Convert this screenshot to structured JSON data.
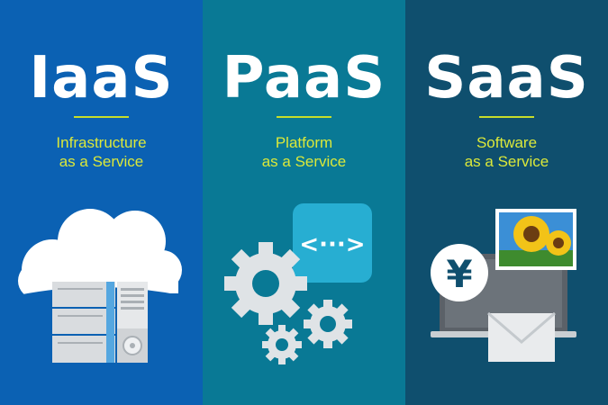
{
  "columns": [
    {
      "id": "iaas",
      "title": "IaaS",
      "subtitle_line1": "Infrastructure",
      "subtitle_line2": "as a Service"
    },
    {
      "id": "paas",
      "title": "PaaS",
      "subtitle_line1": "Platform",
      "subtitle_line2": "as a Service"
    },
    {
      "id": "saas",
      "title": "SaaS",
      "subtitle_line1": "Software",
      "subtitle_line2": "as a Service"
    }
  ],
  "icons": {
    "iaas": [
      "cloud-icon",
      "server-rack-icon"
    ],
    "paas": [
      "code-brackets-icon",
      "gears-icon"
    ],
    "saas": [
      "yen-coin-icon",
      "laptop-icon",
      "sunflower-photo-icon",
      "envelope-icon"
    ]
  },
  "symbols": {
    "code": "<···>",
    "currency": "¥"
  },
  "colors": {
    "iaas_bg": "#0b61b3",
    "paas_bg": "#097995",
    "saas_bg": "#0f4f6e",
    "accent": "#c7dd2a",
    "subtitle": "#dbe83a"
  }
}
